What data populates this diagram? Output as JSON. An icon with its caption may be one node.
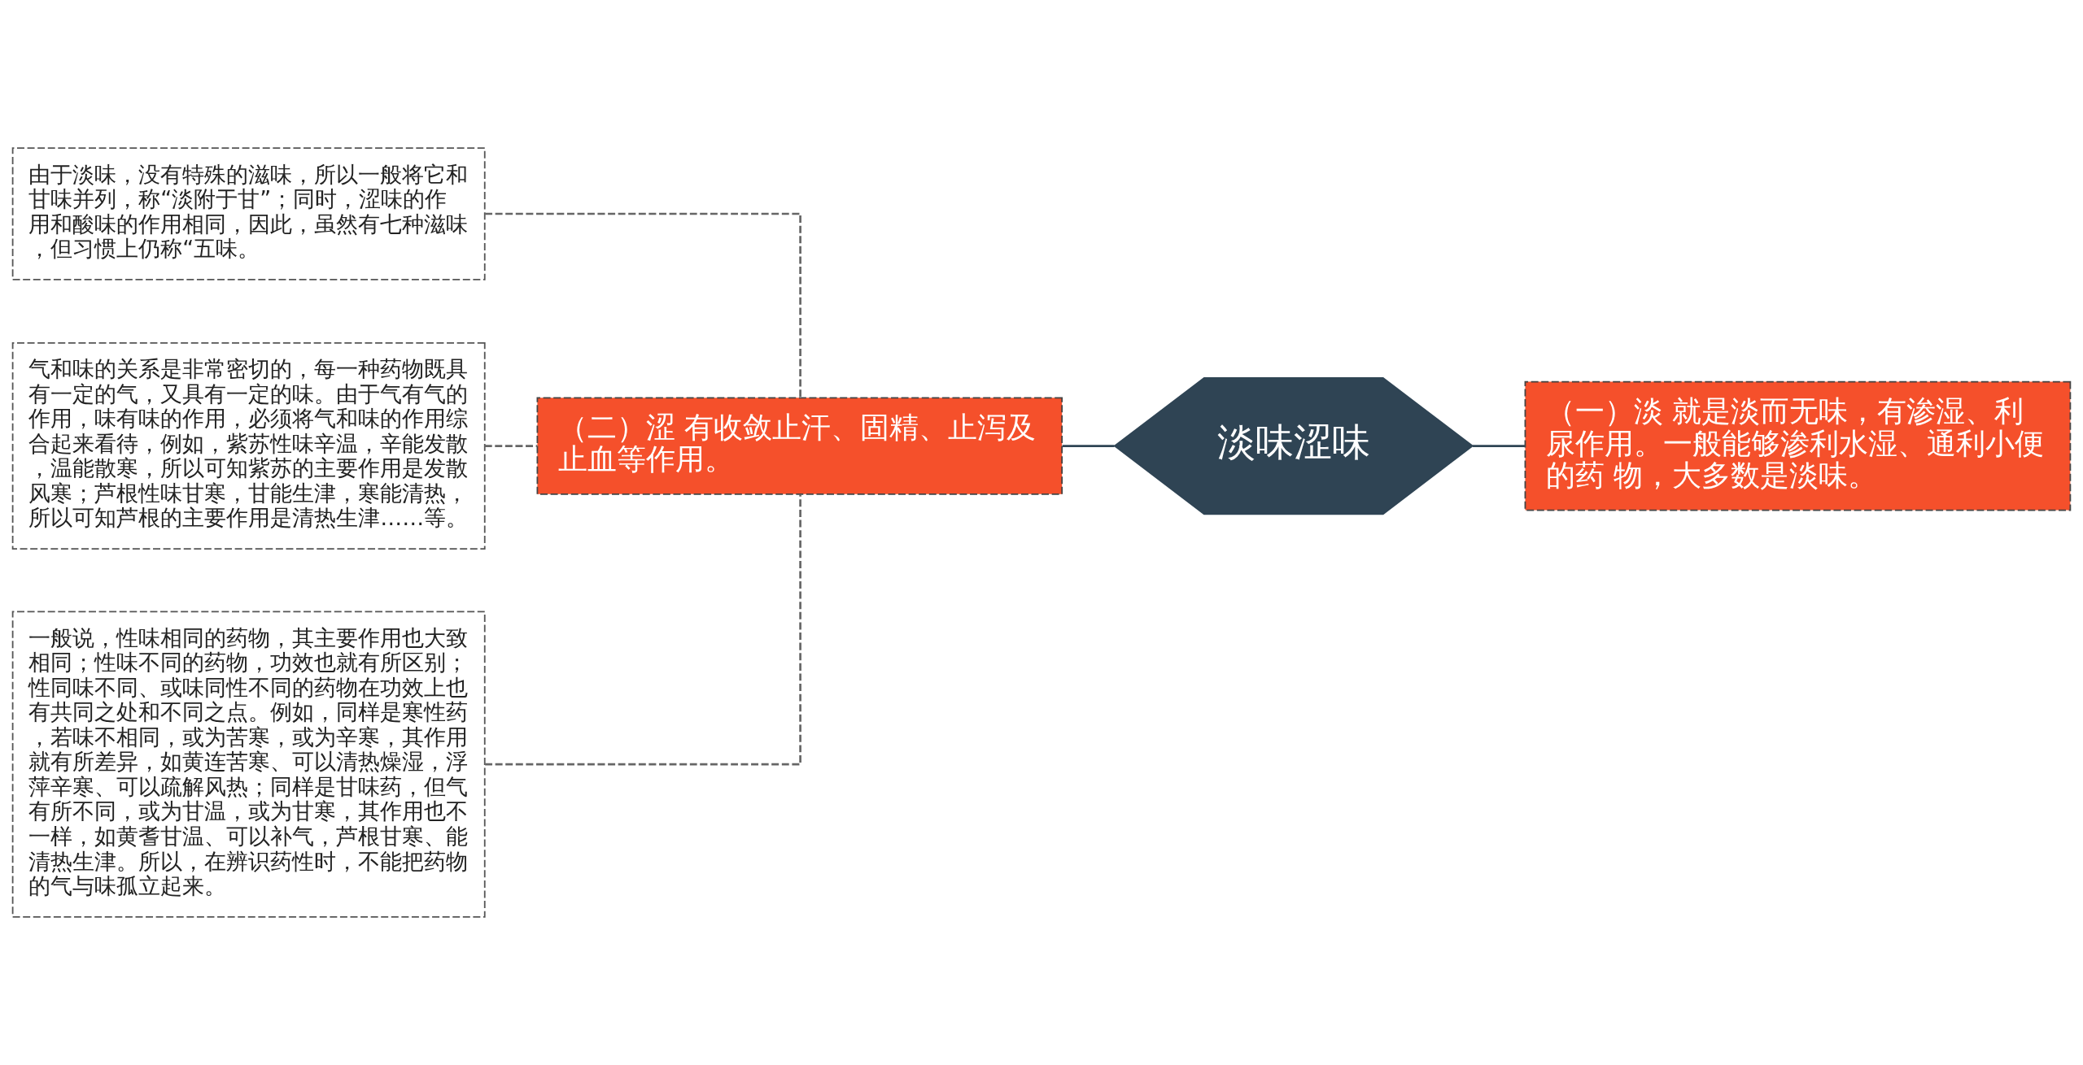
{
  "diagram": {
    "nodes": [
      {
        "text": [
          "淡味涩味"
        ]
      },
      {
        "text": [
          "（一）淡 就是淡而无味，有渗湿、利尿作用。一般能够渗利水湿、通利小便的药 物，大多数是淡味。"
        ]
      },
      {
        "text": [
          "（二）涩 有收敛止汗、固精、止泻及止血等作用。"
        ]
      },
      {
        "text": [
          "由于淡味，没有特殊的滋味，所以一般将它和甘味并列，称“淡附于甘”；同时，涩味的作用和酸味的作用相同，因此，虽然有七种滋味，但习惯上仍称“五味。"
        ]
      },
      {
        "text": [
          "气和味的关系是非常密切的，每一种药物既具有一定的气，又具有一定的味。由于气有气的作用，味有味的作用，必须将气和味的作用综合起来看待，例如，紫苏性味辛温，辛能发散，温能散寒，所以可知紫苏的主要作用是发散风寒；芦根性味甘寒，甘能生津，寒能清热，所以可知芦根的主要作用是清热生津……等。"
        ]
      },
      {
        "text": [
          "一般说，性味相同的药物，其主要作用也大致相同；性味不同的药物，功效也就有所区别；性同味不同、或味同性不同的药物在功效上也有共同之处和不同之点。例如，同样是寒性药，若味不相同，或为苦寒，或为辛寒，其作用就有所差异，如黄连苦寒、可以清热燥湿，浮萍辛寒、可以疏解风热；同样是甘味药，但气有所不同，或为甘温，或为甘寒，其作用也不一样，如黄耆甘温、可以补气，芦根甘寒、能清热生津。所以，在辨识药性时，不能把药物的气与味孤立起来。"
        ]
      }
    ],
    "edges": [
      {
        "from": 0,
        "to": 1,
        "arrow": "none"
      },
      {
        "from": 0,
        "to": 2,
        "arrow": "none"
      },
      {
        "from": 2,
        "to": 3,
        "arrow": "none",
        "style": "dashed",
        "color": "#666666"
      },
      {
        "from": 2,
        "to": 4,
        "arrow": "none",
        "style": "dashed",
        "color": "#666666"
      },
      {
        "from": 2,
        "to": 5,
        "arrow": "none",
        "style": "dashed",
        "color": "#666666"
      }
    ]
  }
}
